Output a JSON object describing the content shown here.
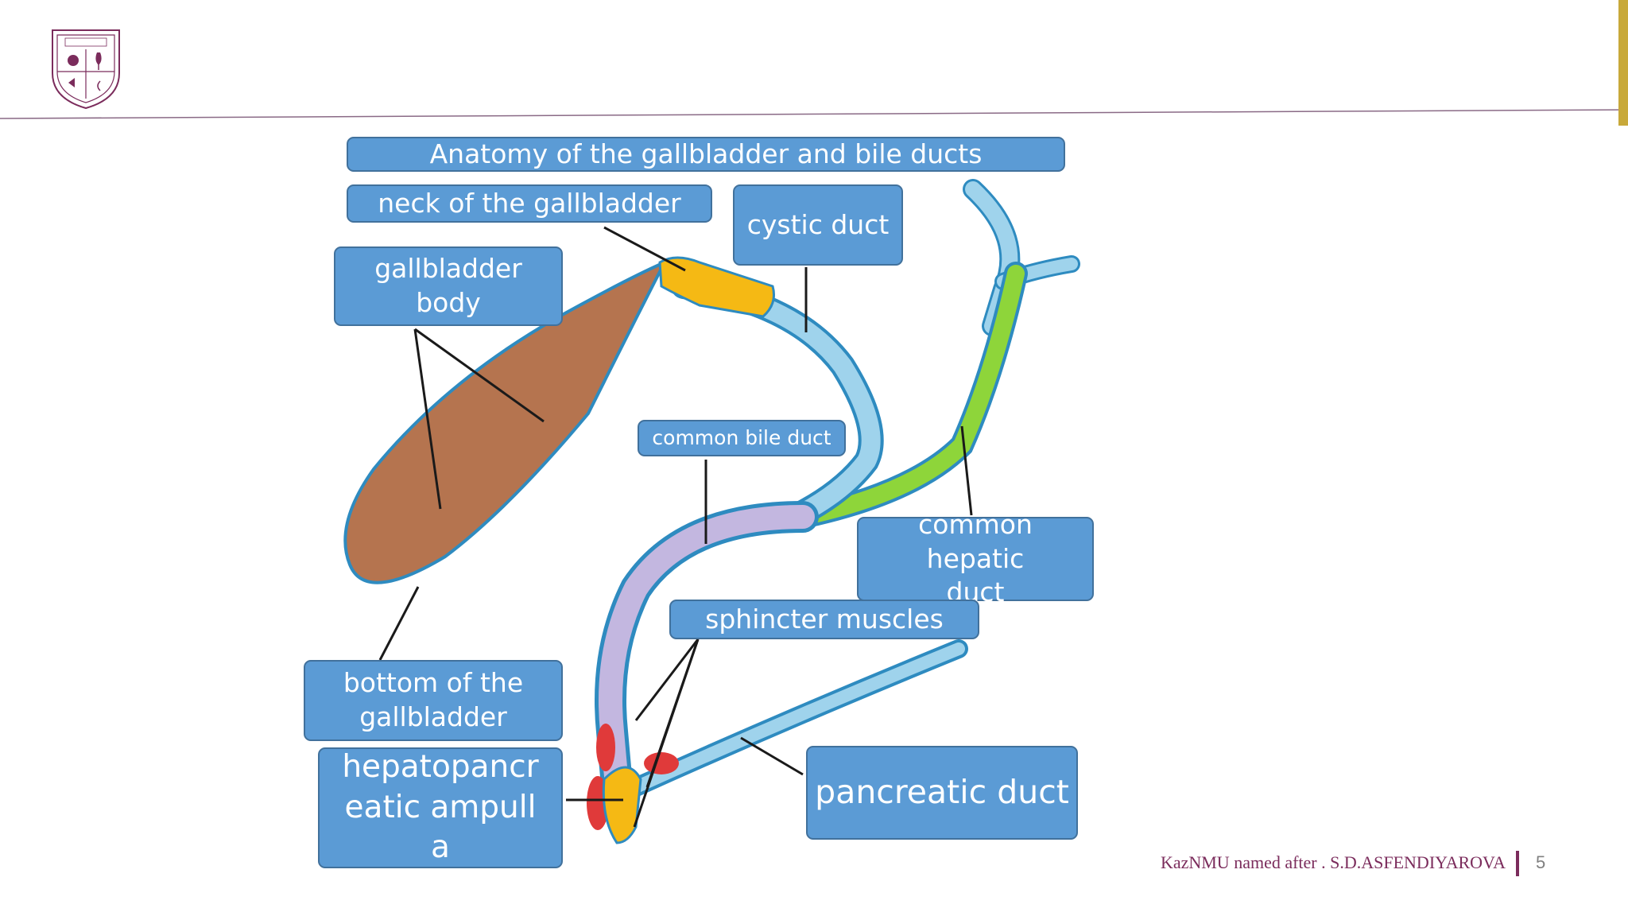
{
  "slide": {
    "title": "Anatomy of the gallbladder and bile ducts",
    "footer": "KazNMU named after . S.D.ASFENDIYAROVA",
    "page_number": "5"
  },
  "labels": {
    "neck": "neck of the gallbladder",
    "cystic_duct": "cystic duct",
    "body": "gallbladder body",
    "common_bile_duct": "common bile duct",
    "common_hepatic_duct": "common hepatic duct",
    "sphincter": "sphincter muscles",
    "bottom": "bottom of the gallbladder",
    "ampulla": "hepatopancreatic ampulla",
    "pancreatic_duct": "pancreatic duct"
  },
  "colors": {
    "label_fill": "#5b9bd5",
    "gallbladder": "#b5744f",
    "duct": "#9fd3ec",
    "duct_outline": "#2e8bc0",
    "common_bile_duct": "#c3b7e0",
    "hepatic_duct": "#8ed53a",
    "neck": "#f5b914",
    "sphincter": "#e03a3a",
    "accent": "#c8a93a",
    "footer": "#7b2c5c"
  }
}
